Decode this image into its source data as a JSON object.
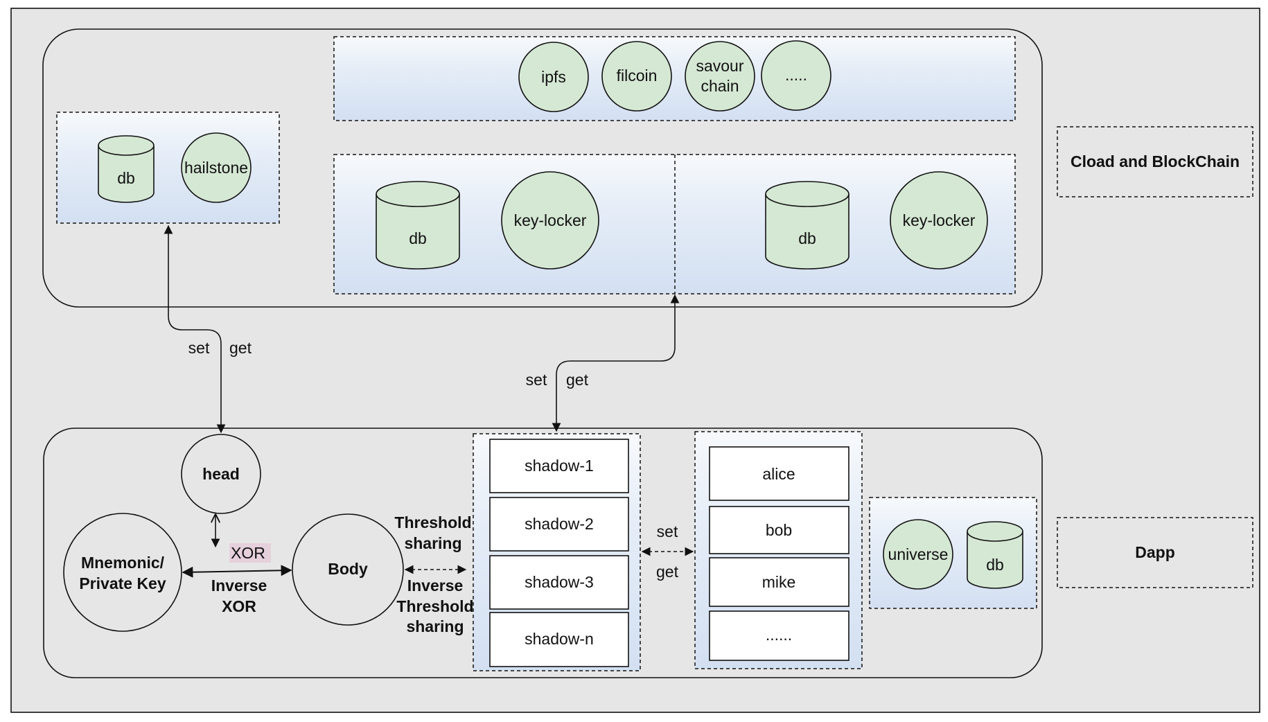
{
  "cloud": {
    "title": "Cload and BlockChain",
    "storage": [
      "ipfs",
      "filcoin",
      "savour",
      "chain",
      "....."
    ],
    "local": {
      "db": "db",
      "hailstone": "hailstone"
    },
    "locker_left": {
      "db": "db",
      "key": "key-locker"
    },
    "locker_right": {
      "db": "db",
      "key": "key-locker"
    }
  },
  "dapp": {
    "title": "Dapp",
    "head": "head",
    "mnemonic_line1": "Mnemonic/",
    "mnemonic_line2": "Private Key",
    "body": "Body",
    "xor": "XOR",
    "inverse_xor_1": "Inverse",
    "inverse_xor_2": "XOR",
    "threshold_1": "Threshold",
    "threshold_2": "sharing",
    "inv_threshold_1": "Inverse",
    "inv_threshold_2": "Threshold",
    "inv_threshold_3": "sharing",
    "shadows": [
      "shadow-1",
      "shadow-2",
      "shadow-3",
      "shadow-n"
    ],
    "users": [
      "alice",
      "bob",
      "mike",
      "......"
    ],
    "universe": "universe",
    "universe_db": "db",
    "set": "set",
    "get": "get"
  },
  "links": {
    "left_set": "set",
    "left_get": "get",
    "mid_set": "set",
    "mid_get": "get"
  },
  "colors": {
    "node_fill": "#d5e8d4",
    "panel_top": "#f6f8fb",
    "panel_bottom": "#d6e2f3",
    "canvas": "#e6e6e6"
  }
}
